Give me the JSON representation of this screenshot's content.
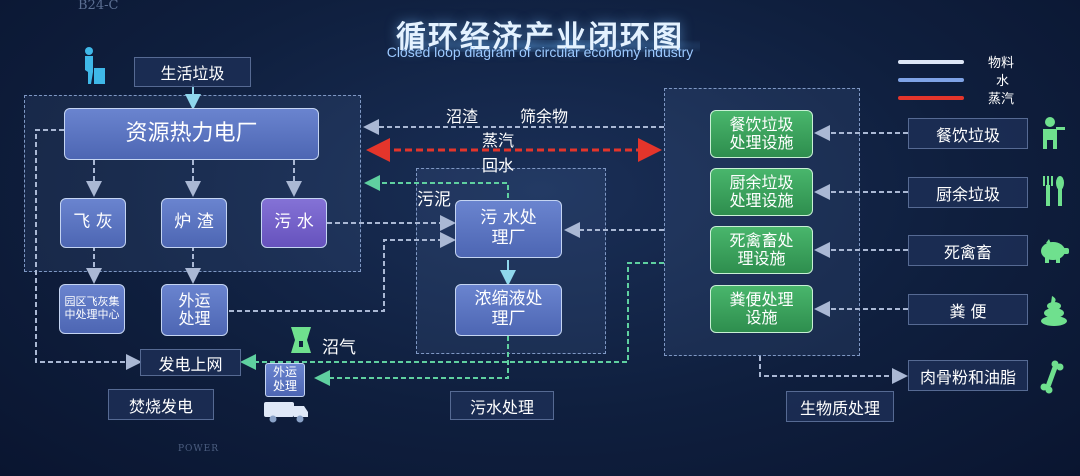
{
  "header": {
    "corner_text": "B24-C",
    "title": "循环经济产业闭环图",
    "subtitle": "Closed loop diagram of circular economy industry",
    "footer_text": "POWER"
  },
  "legend": {
    "items": [
      {
        "label": "物料",
        "color": "#dde6f6"
      },
      {
        "label": "水",
        "color": "#7fa3e6"
      },
      {
        "label": "蒸汽",
        "color": "#e4352b"
      }
    ]
  },
  "colors": {
    "arrow": "#aab8d4",
    "water": "#8fd7ec",
    "steam": "#e4352b",
    "green_link": "#5fd0a0"
  },
  "incineration": {
    "input": "生活垃圾",
    "plant": "资源热力电厂",
    "fly_ash": "飞 灰",
    "slag": "炉 渣",
    "sewage": "污 水",
    "fly_ash_center": "园区飞灰集中处理中心",
    "transport": "外运处理",
    "grid": "发电上网",
    "section": "焚烧发电"
  },
  "wastewater": {
    "sludge": "污泥",
    "plant": "污 水处理厂",
    "concentrate_plant": "浓缩液处理厂",
    "biogas": "沼气",
    "transport": "外运处理",
    "section": "污水处理"
  },
  "links": {
    "residue": "沼渣",
    "screenings": "筛余物",
    "steam": "蒸汽",
    "return_water": "回水"
  },
  "biomass": {
    "facilities": [
      "餐饮垃圾处理设施",
      "厨余垃圾处理设施",
      "死禽畜处理设施",
      "粪便处理设施"
    ],
    "inputs": [
      "餐饮垃圾",
      "厨余垃圾",
      "死禽畜",
      "粪 便"
    ],
    "output": "肉骨粉和油脂",
    "section": "生物质处理"
  }
}
